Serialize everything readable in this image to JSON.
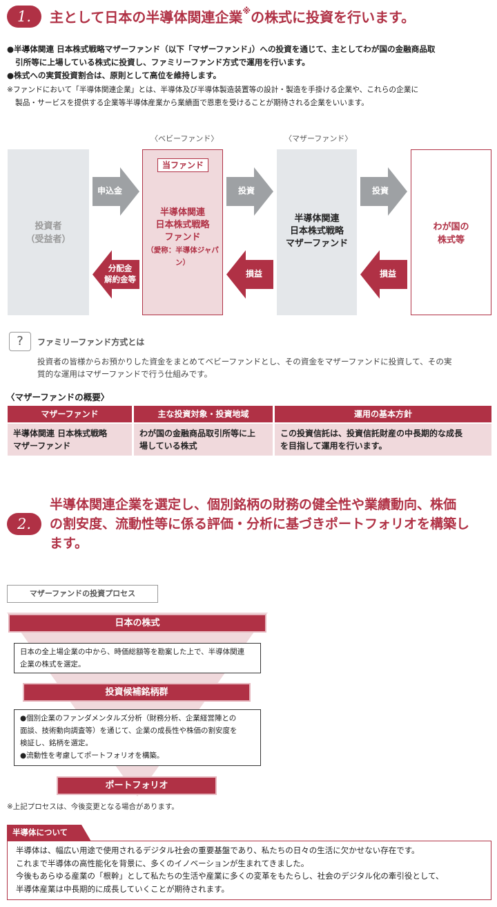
{
  "section1": {
    "number": "1.",
    "heading": "主として日本の半導体関連企業",
    "heading_mark": "※",
    "heading_tail": "の株式に投資を行います。",
    "bullet1_line1": "●半導体関連 日本株式戦略マザーファンド（以下「マザーファンド」）への投資を通じて、主としてわが国の金融商品取",
    "bullet1_line2": "引所等に上場している株式に投資し、ファミリーファンド方式で運用を行います。",
    "bullet2": "●株式への実質投資割合は、原則として高位を維持します。",
    "note_line1": "※ファンドにおいて「半導体関連企業」とは、半導体及び半導体製造装置等の設計・製造を手掛ける企業や、これらの企業に",
    "note_line2": "製品・サービスを提供する企業等半導体産業から業績面で恩恵を受けることが期待される企業をいいます。"
  },
  "flow": {
    "baby_label": "〈ベビーファンド〉",
    "mother_label": "〈マザーファンド〉",
    "investor_line1": "投資者",
    "investor_line2": "（受益者）",
    "arrow_subscribe": "申込金",
    "arrow_invest1": "投資",
    "arrow_invest2": "投資",
    "arrow_dist_line1": "分配金",
    "arrow_dist_line2": "解約金等",
    "arrow_pl1": "損益",
    "arrow_pl2": "損益",
    "this_fund_tag": "当ファンド",
    "baby_line1": "半導体関連",
    "baby_line2": "日本株式戦略",
    "baby_line3": "ファンド",
    "baby_line4": "（愛称：半導体ジャパン）",
    "mother_line1": "半導体関連",
    "mother_line2": "日本株式戦略",
    "mother_line3": "マザーファンド",
    "target_line1": "わが国の",
    "target_line2": "株式等"
  },
  "family": {
    "icon_char": "?",
    "title": "ファミリーファンド方式とは",
    "line1": "投資者の皆様からお預かりした資金をまとめてベビーファンドとし、その資金をマザーファンドに投資して、その実",
    "line2": "質的な運用はマザーファンドで行う仕組みです。"
  },
  "mother_overview": {
    "title": "〈マザーファンドの概要〉",
    "headers": [
      "マザーファンド",
      "主な投資対象・投資地域",
      "運用の基本方針"
    ],
    "row": [
      [
        "半導体関連 日本株式戦略",
        "マザーファンド"
      ],
      [
        "わが国の金融商品取引所等に上",
        "場している株式"
      ],
      [
        "この投資信託は、投資信託財産の中長期的な成長",
        "を目指して運用を行います。"
      ]
    ]
  },
  "section2": {
    "number": "2.",
    "line1": "半導体関連企業を選定し、個別銘柄の財務の健全性や業績動向、株価",
    "line2": "の割安度、流動性等に係る評価・分析に基づきポートフォリオを構築し",
    "line3": "ます。"
  },
  "process": {
    "title": "マザーファンドの投資プロセス",
    "stage1": "日本の株式",
    "stage1_desc_line1": "日本の全上場企業の中から、時価総額等を勘案した上で、半導体関連",
    "stage1_desc_line2": "企業の株式を選定。",
    "stage2": "投資候補銘柄群",
    "stage2_desc_line1": "●個別企業のファンダメンタルズ分析（財務分析、企業経営陣との",
    "stage2_desc_line2": "面談、技術動向調査等）を通じて、企業の成長性や株価の割安度を",
    "stage2_desc_line3": "検証し、銘柄を選定。",
    "stage2_desc_line4": "●流動性を考慮してポートフォリオを構築。",
    "stage3": "ポートフォリオ",
    "note": "※上記プロセスは、今後変更となる場合があります。"
  },
  "semiconductor": {
    "tab": "半導体について",
    "line1": "半導体は、幅広い用途で使用されるデジタル社会の重要基盤であり、私たちの日々の生活に欠かせない存在です。",
    "line2": "これまで半導体の高性能化を背景に、多くのイノベーションが生まれてきました。",
    "line3": "今後もあらゆる産業の「根幹」として私たちの生活や産業に多くの変革をもたらし、社会のデジタル化の牽引役として、",
    "line4": "半導体産業は中長期的に成長していくことが期待されます。"
  },
  "colors": {
    "accent": "#b03145",
    "gray_box": "#e4e7ea",
    "arrow_gray": "#9ea1a4",
    "pink": "#f0d9dc"
  }
}
